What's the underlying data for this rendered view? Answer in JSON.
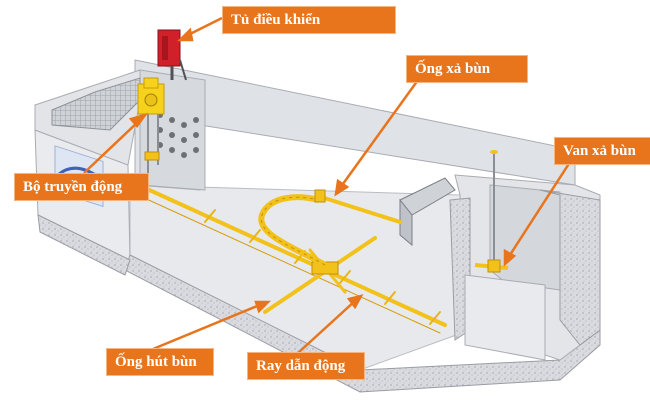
{
  "labels": {
    "control_cabinet": "Tủ điều khiển",
    "sludge_drain_pipe": "Ống xả bùn",
    "drive_gear": "Bộ truyền động",
    "sludge_valve": "Van xả bùn",
    "sludge_suction_pipe": "Ống hút bùn",
    "guide_rail": "Ray dẫn động"
  },
  "colors": {
    "label_bg": "#e8741c",
    "arrow": "#e8741c",
    "pipe": "#f2c21a",
    "concrete": "#e4e6ea",
    "control_cabinet": "#d0202a"
  }
}
